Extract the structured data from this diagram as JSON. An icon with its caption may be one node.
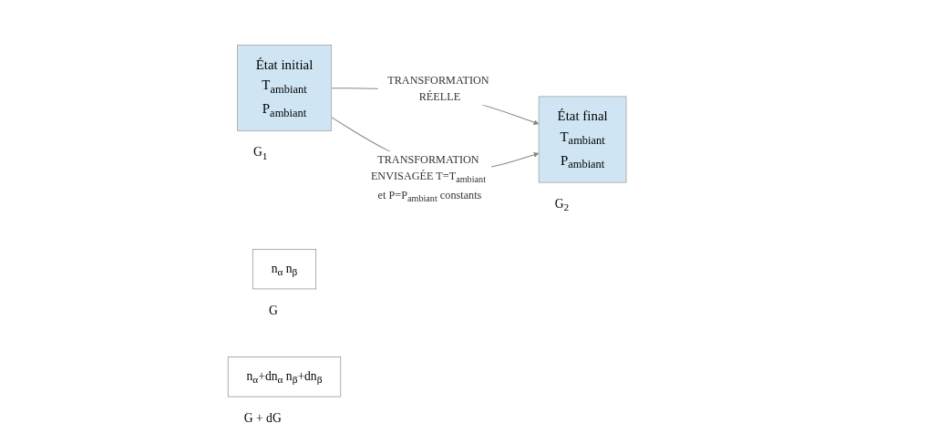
{
  "diagram": {
    "nodes": [
      {
        "text": [
          "État initial",
          "T$_{ambiant}$",
          "P$_{ambiant}$"
        ],
        "beside": [
          "G$_{1}$"
        ]
      },
      {
        "text": [
          "État final",
          "T$_{ambiant}$",
          "P$_{ambiant}$"
        ],
        "beside": [
          "G$_{2}$"
        ]
      },
      {
        "text": [
          "n$_{α}$ n$_{β}$"
        ],
        "beside": [
          "G"
        ]
      },
      {
        "text": [
          "n$_{α}$+dn$_{α}$ n$_{β}$+dn$_{β}$"
        ],
        "beside": [
          "G + dG"
        ]
      }
    ],
    "edges": [
      {
        "from": 0,
        "to": 1,
        "arrow": "to",
        "label": "TRANSFORMATION RÉELLE"
      },
      {
        "from": 0,
        "to": 1,
        "arrow": "to",
        "label": "TRANSFORMATION ENVISAGÉE T=T$_{ambiant}$ et P=P$_{ambiant}$ constants"
      }
    ]
  }
}
